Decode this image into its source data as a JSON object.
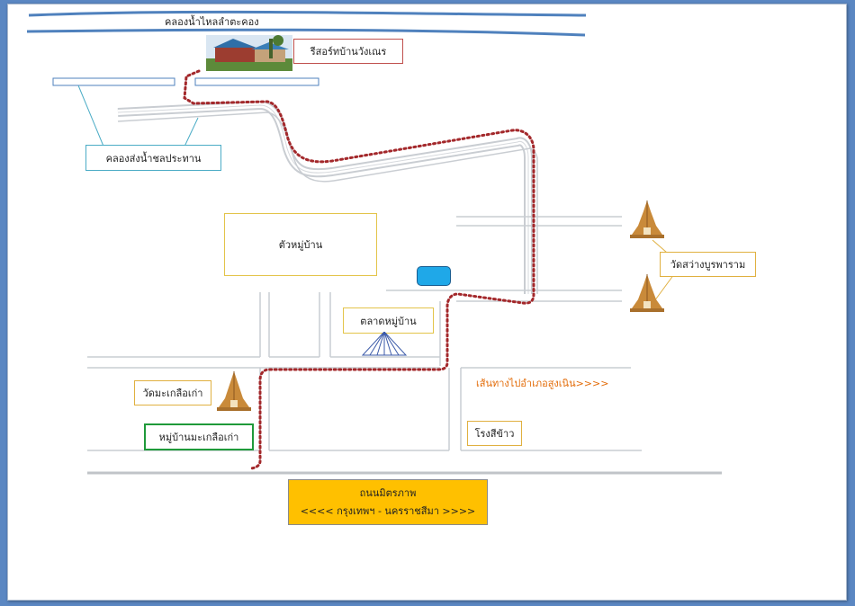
{
  "colors": {
    "canal": "#4f81bd",
    "road": "#c9cdd2",
    "route": "#a3282b",
    "village_box": "#e3c44a",
    "canal_box": "#4bacc6",
    "resort_box": "#c0504d",
    "temple_box": "#e0b040",
    "old_village_box": "#1f9a3a",
    "highway_fill": "#ffc000",
    "direction_text": "#e36c09",
    "bus_stop": "#1fa8e8"
  },
  "labels": {
    "main_canal": "คลองน้ำไหลลำตะคอง",
    "resort": "รีสอร์ทบ้านวังเณร",
    "irrigation_canal": "คลองส่งน้ำชลประทาน",
    "village": "ตัวหมู่บ้าน",
    "temple_east": "วัดสว่างบูรพาราม",
    "market": "ตลาดหมู่บ้าน",
    "temple_old": "วัดมะเกลือเก่า",
    "old_village": "หมู่บ้านมะเกลือเก่า",
    "to_district": "เส้นทางไปอำเภอสูงเนิน>>>>",
    "rice_mill": "โรงสีข้าว",
    "highway_name": "ถนนมิตรภาพ",
    "highway_direction": "<<<<  กรุงเทพฯ  -   นครราชสีมา >>>>"
  },
  "icons": {
    "bus_stop": "bus-stop-marker",
    "temple_east_top": "stupa-icon",
    "temple_east_bottom": "stupa-icon",
    "temple_old": "stupa-icon",
    "market": "market-tent-icon",
    "resort_photo": "resort-photo"
  }
}
